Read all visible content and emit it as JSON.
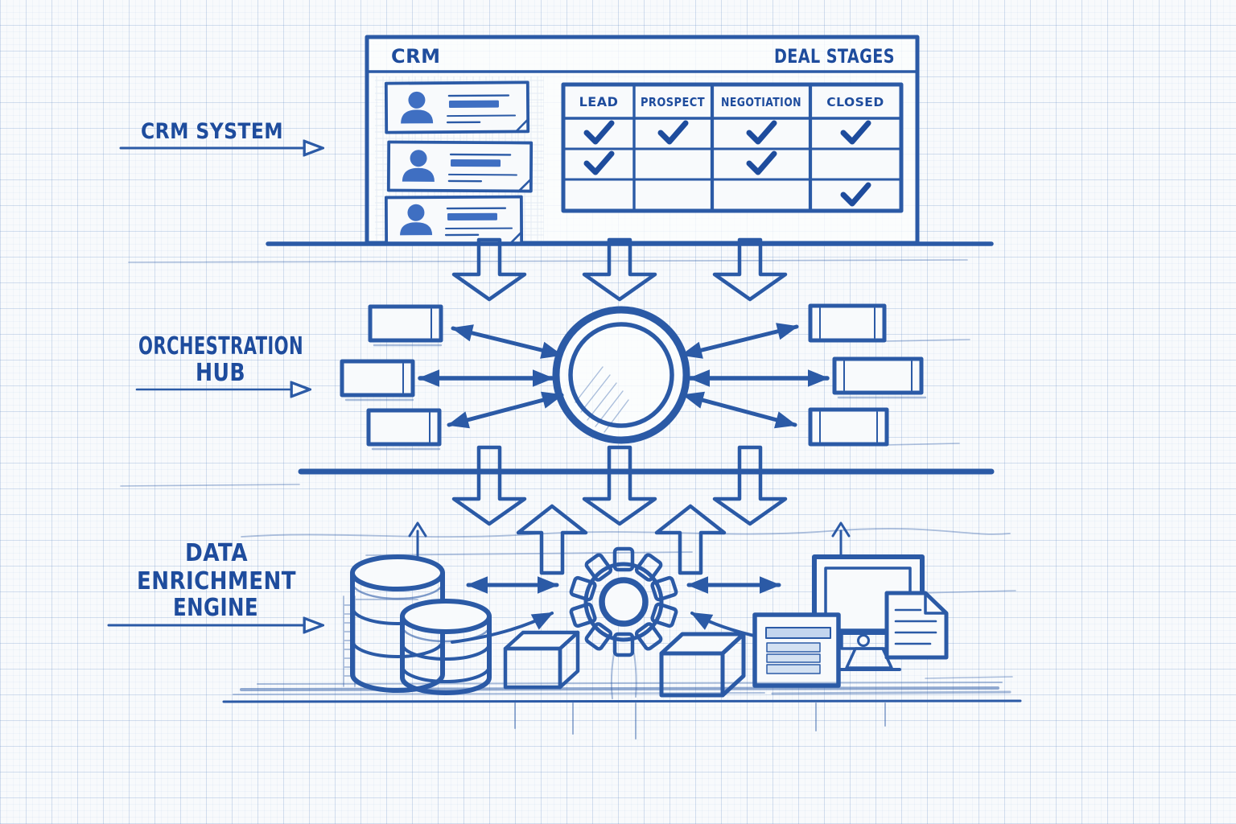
{
  "colors": {
    "ink": "#2b5aa6",
    "ink_dark": "#1e4c9d",
    "solid": "#3f6fc2",
    "paper": "#f8fafc",
    "bar_light": "#c3d5ee"
  },
  "labels": {
    "crm_system": "CRM SYSTEM",
    "orchestration_lines": [
      "ORCHESTRATION",
      "HUB"
    ],
    "enrichment_lines": [
      "DATA",
      "ENRICHMENT",
      "ENGINE"
    ]
  },
  "crm_panel": {
    "title": "CRM",
    "subtitle": "DEAL STAGES",
    "contact_card_count": 3,
    "table": {
      "columns": [
        "LEAD",
        "PROSPECT",
        "NEGOTIATION",
        "CLOSED"
      ],
      "rows": [
        [
          true,
          true,
          true,
          true
        ],
        [
          true,
          false,
          true,
          false
        ],
        [
          false,
          false,
          false,
          true
        ]
      ]
    }
  },
  "hub": {
    "left_node_count": 3,
    "right_node_count": 3
  },
  "engine": {
    "icons": [
      "database-icon",
      "cube-icon",
      "gear-icon",
      "form-panel-icon",
      "monitor-icon",
      "document-icon"
    ]
  }
}
